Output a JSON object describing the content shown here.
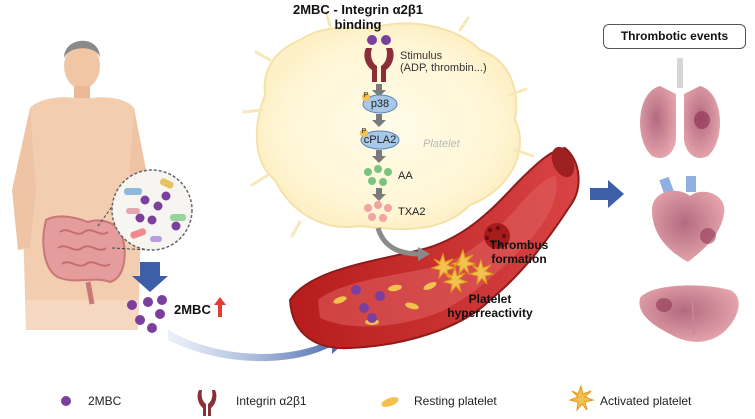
{
  "diagram": {
    "title": "2MBC - Integrin α2β1\nbinding",
    "stimulus": "Stimulus\n(ADP, thrombin...)",
    "pathway": [
      "p38",
      "cPLA2"
    ],
    "phospho_mark": "P",
    "aa_label": "AA",
    "txa2_label": "TXA2",
    "platelet_label": "Platelet",
    "thrombus_label": "Thrombus\nformation",
    "hyperreactivity_label": "Platelet\nhyperreactivity",
    "mbc_label": "2MBC",
    "events_title": "Thrombotic events"
  },
  "legend": [
    {
      "icon": "2mbc-dot-icon",
      "label": "2MBC"
    },
    {
      "icon": "integrin-icon",
      "label": "Integrin α2β1"
    },
    {
      "icon": "resting-platelet-icon",
      "label": "Resting platelet"
    },
    {
      "icon": "activated-platelet-icon",
      "label": "Activated platelet"
    }
  ],
  "colors": {
    "mbc_purple": "#7b3f9e",
    "integrin": "#8a2f3a",
    "vessel": "#c62828",
    "arrow_blue": "#3d5fa8",
    "platelet_yellow": "#f2c14e",
    "up_arrow": "#e53935"
  }
}
